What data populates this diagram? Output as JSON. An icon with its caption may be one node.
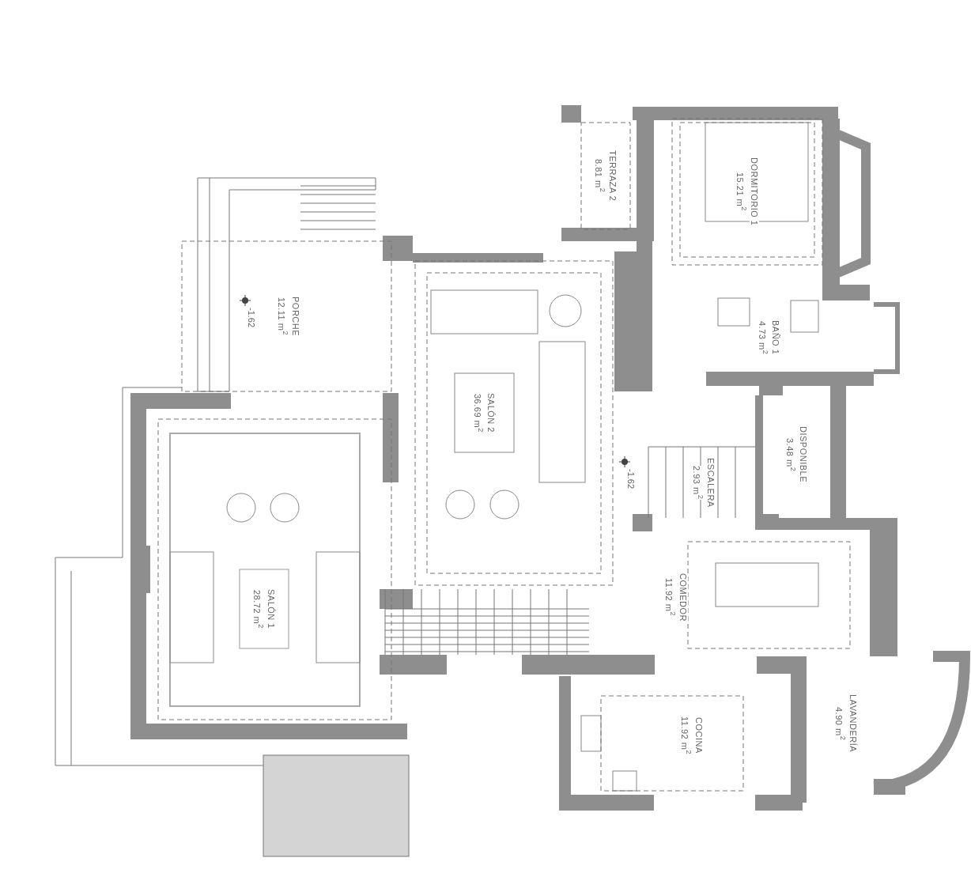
{
  "diagram": {
    "nodes": [
      {
        "text": [
          "TERRAZA 2",
          "8.81 m$^{2}$"
        ]
      },
      {
        "text": [
          "DORMITORIO 1",
          "15.21 m$^{2}$"
        ]
      },
      {
        "text": [
          "PORCHE",
          "12.11 m$^{2}$"
        ]
      },
      {
        "text": [
          "SALÓN 2",
          "36.69 m$^{2}$"
        ]
      },
      {
        "text": [
          "BAÑO 1",
          "4.73 m$^{2}$"
        ]
      },
      {
        "text": [
          "DISPONIBLE",
          "3.48 m$^{2}$"
        ]
      },
      {
        "text": [
          "ESCALERA",
          "2.93 m$^{2}$"
        ]
      },
      {
        "text": [
          "SALÓN 1",
          "28.72 m$^{2}$"
        ]
      },
      {
        "text": [
          "COMEDOR",
          "11.92 m$^{2}$"
        ]
      },
      {
        "text": [
          "COCINA",
          "11.92 m$^{2}$"
        ]
      },
      {
        "text": [
          "LAVANDERÍA",
          "4.90 m$^{2}$"
        ]
      }
    ],
    "labels": [
      "-1.62",
      "-1.62"
    ]
  }
}
